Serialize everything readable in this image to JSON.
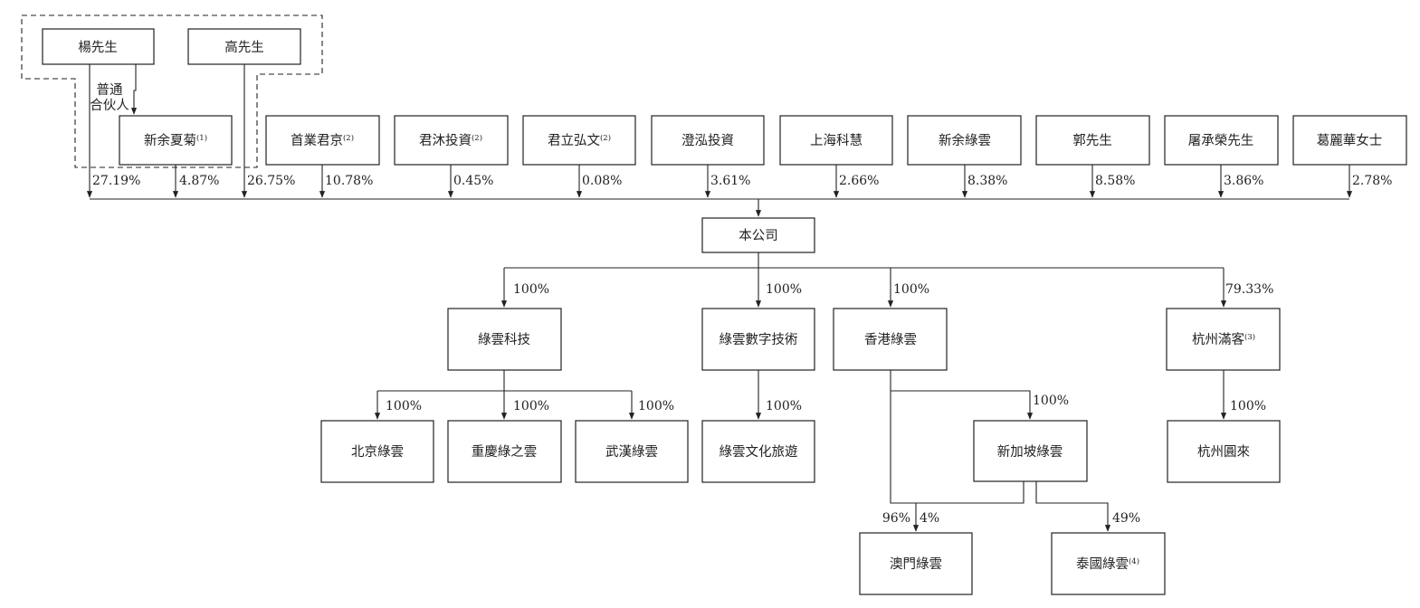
{
  "entities": {
    "yang": {
      "name": "楊先生"
    },
    "gao": {
      "name": "高先生"
    },
    "xinyu_xiaju": {
      "name": "新余夏菊",
      "note": "(1)"
    },
    "shouye": {
      "name": "首業君京",
      "note": "(2)"
    },
    "junmu": {
      "name": "君沐投資",
      "note": "(2)"
    },
    "junli": {
      "name": "君立弘文",
      "note": "(2)"
    },
    "chenghong": {
      "name": "澄泓投資"
    },
    "shanghai_kehui": {
      "name": "上海科慧"
    },
    "xinyu_lvyun": {
      "name": "新余綠雲"
    },
    "guo": {
      "name": "郭先生"
    },
    "tu": {
      "name": "屠承榮先生"
    },
    "ge": {
      "name": "葛麗華女士"
    },
    "company": {
      "name": "本公司"
    },
    "lvyun_keji": {
      "name": "綠雲科技"
    },
    "lvyun_shuzi": {
      "name": "綠雲數字技術"
    },
    "hk_lvyun": {
      "name": "香港綠雲"
    },
    "hz_mike": {
      "name": "杭州滿客",
      "note": "(3)"
    },
    "bj_lvyun": {
      "name": "北京綠雲"
    },
    "cq_lvzhiyun": {
      "name": "重慶綠之雲"
    },
    "wh_lvyun": {
      "name": "武漢綠雲"
    },
    "lvyun_wenhua": {
      "name": "綠雲文化旅遊"
    },
    "sg_lvyun": {
      "name": "新加坡綠雲"
    },
    "hz_yuanlai": {
      "name": "杭州圓來"
    },
    "mo_lvyun": {
      "name": "澳門綠雲"
    },
    "th_lvyun": {
      "name": "泰國綠雲",
      "note": "(4)"
    }
  },
  "partner_label": [
    "普通",
    "合伙人"
  ],
  "shareholdings": {
    "yang": "27.19%",
    "xinyu_xiaju": "4.87%",
    "gao": "26.75%",
    "shouye": "10.78%",
    "junmu": "0.45%",
    "junli": "0.08%",
    "chenghong": "3.61%",
    "shanghai_kehui": "2.66%",
    "xinyu_lvyun": "8.38%",
    "guo": "8.58%",
    "tu": "3.86%",
    "ge": "2.78%"
  },
  "subsidiaries": {
    "lvyun_keji": "100%",
    "lvyun_shuzi": "100%",
    "hk_lvyun": "100%",
    "hz_mike": "79.33%",
    "bj_lvyun": "100%",
    "cq_lvzhiyun": "100%",
    "wh_lvyun": "100%",
    "lvyun_wenhua": "100%",
    "sg_lvyun": "100%",
    "hz_yuanlai": "100%",
    "mo_from_hk": "96%",
    "mo_from_sg": "4%",
    "th_lvyun": "49%"
  }
}
